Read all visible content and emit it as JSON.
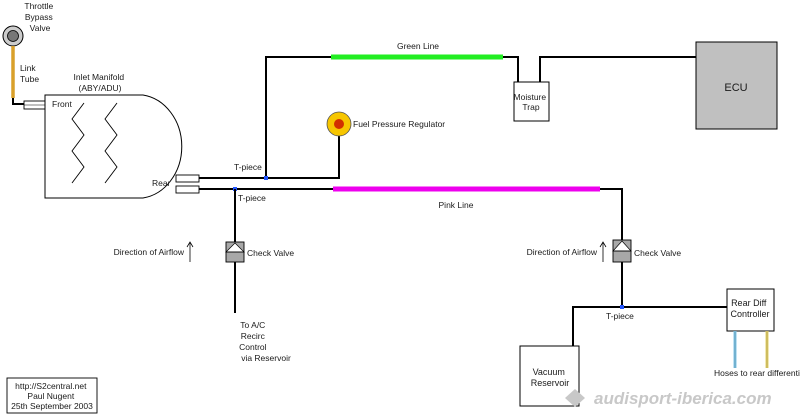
{
  "diagram": {
    "throttle_bypass": [
      "Throttle",
      "Bypass",
      "Valve"
    ],
    "link_tube": [
      "Link",
      "Tube"
    ],
    "inlet_manifold": [
      "Inlet Manifold",
      "(ABY/ADU)"
    ],
    "front": "Front",
    "rear": "Rear",
    "green_line": "Green Line",
    "pink_line": "Pink Line",
    "moisture_trap": [
      "Moisture",
      "Trap"
    ],
    "ecu": "ECU",
    "fuel_pressure_regulator": "Fuel Pressure Regulator",
    "t_piece_upper": "T-piece",
    "t_piece_lower": "T-piece",
    "t_piece_right": "T-piece",
    "direction_of_airflow_left": "Direction of Airflow",
    "direction_of_airflow_right": "Direction of Airflow",
    "check_valve_left": "Check Valve",
    "check_valve_right": "Check Valve",
    "to_ac": [
      "To A/C",
      "Recirc",
      "Control",
      "via Reservoir"
    ],
    "rear_diff_controller": [
      "Rear Diff",
      "Controller"
    ],
    "vacuum_reservoir": [
      "Vacuum",
      "Reservoir"
    ],
    "hoses": "Hoses to rear differential",
    "credits": [
      "http://S2central.net",
      "Paul Nugent",
      "25th September 2003"
    ],
    "watermark": "audisport-iberica.com"
  },
  "colors": {
    "line": "#000000",
    "green": "#22ee22",
    "pink": "#ee00ee",
    "ecu_fill": "#c0c0c0",
    "regulator_fill": "#f7c600",
    "regulator_core": "#d23000",
    "link_tube": "#d9a02a",
    "tpiece": "#2255ff",
    "valve": "#a8a8a8",
    "hose_blue": "#7fc6e8",
    "hose_yellow": "#e6d36a"
  }
}
